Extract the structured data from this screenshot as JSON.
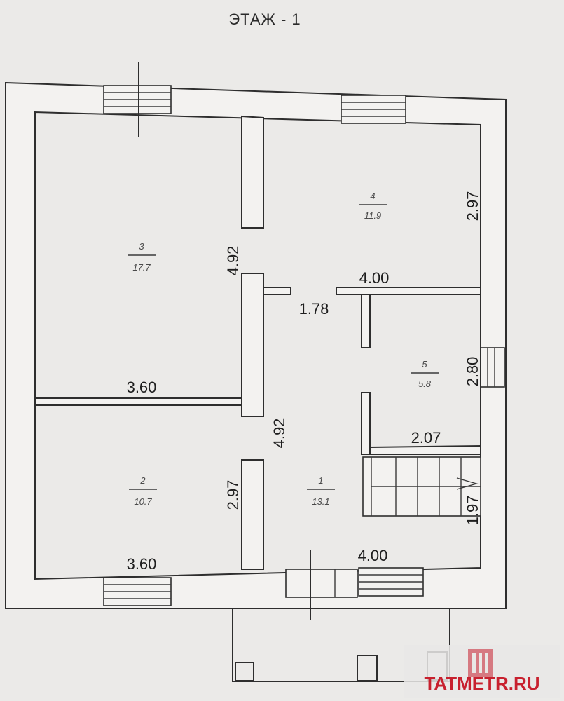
{
  "title": "ЭТАЖ - 1",
  "rooms": [
    {
      "number": "1",
      "area": "13.1"
    },
    {
      "number": "2",
      "area": "10.7"
    },
    {
      "number": "3",
      "area": "17.7"
    },
    {
      "number": "4",
      "area": "11.9"
    },
    {
      "number": "5",
      "area": "5.8"
    }
  ],
  "dimensions": {
    "room3_height": "4.92",
    "room3_width": "3.60",
    "room2_height": "2.97",
    "room2_width": "3.60",
    "room4_height": "2.97",
    "room4_width": "4.00",
    "hall_opening": "1.78",
    "room1_height": "4.92",
    "room1_width": "4.00",
    "room5_height": "2.80",
    "room5_width": "2.07",
    "stair_height": "1.97"
  },
  "watermark": {
    "text": "TATMETR.RU",
    "brand_color": "#c8202e"
  }
}
